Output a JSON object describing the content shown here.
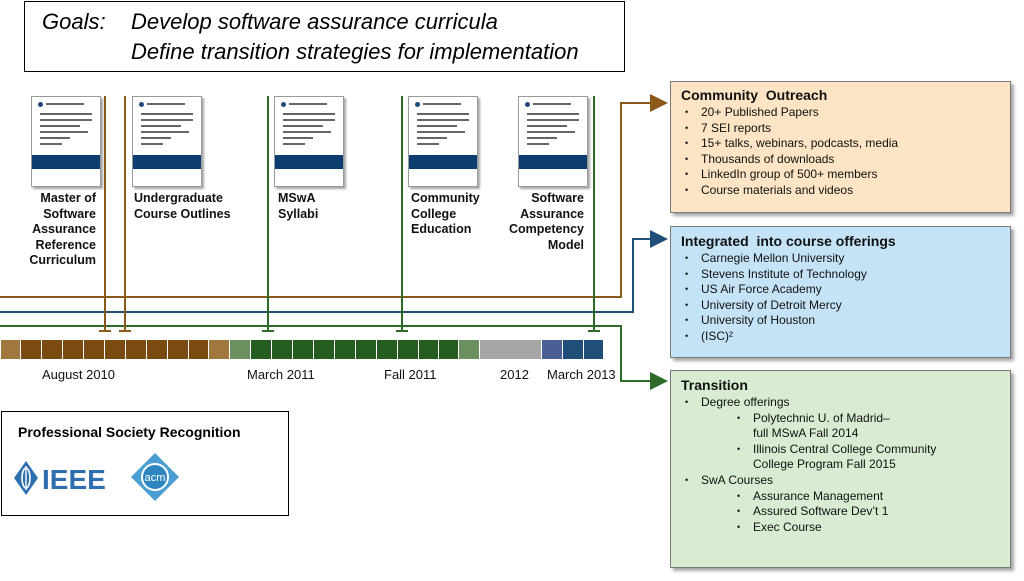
{
  "goals": {
    "label": "Goals:",
    "items": [
      "Develop software assurance curricula",
      "Define transition strategies for implementation"
    ]
  },
  "documents": [
    {
      "label": "Master of Software Assurance Reference Curriculum"
    },
    {
      "label": "Undergraduate Course Outlines"
    },
    {
      "label": "MSwA Syllabi"
    },
    {
      "label": "Community College Education"
    },
    {
      "label": "Software Assurance Competency Model"
    }
  ],
  "timeline": {
    "labels": [
      "August 2010",
      "March 2011",
      "Fall 2011",
      "2012",
      "March 2013"
    ]
  },
  "outreach": {
    "title": "Community  Outreach",
    "items": [
      "20+ Published Papers",
      "7 SEI reports",
      "15+ talks, webinars, podcasts, media",
      "Thousands of downloads",
      "LinkedIn group of 500+ members",
      "Course materials and videos"
    ]
  },
  "integrated": {
    "title": "Integrated  into course offerings",
    "items": [
      "Carnegie Mellon University",
      "Stevens Institute of Technology",
      "US Air Force Academy",
      "University of Detroit Mercy",
      "University of Houston",
      "(ISC)²"
    ]
  },
  "transition": {
    "title": "Transition",
    "items": [
      {
        "text": "Degree offerings",
        "sub": false
      },
      {
        "text": "Polytechnic U. of Madrid–\nfull MSwA Fall 2014",
        "sub": true
      },
      {
        "text": "Illinois Central College Community College Program Fall 2015",
        "sub": true
      },
      {
        "text": "SwA Courses",
        "sub": false
      },
      {
        "text": "Assurance Management",
        "sub": true
      },
      {
        "text": "Assured Software Dev’t 1",
        "sub": true
      },
      {
        "text": "Exec Course",
        "sub": true
      }
    ]
  },
  "recognition": {
    "title": "Professional Society Recognition",
    "ieee_text": "IEEE",
    "acm_text": "acm"
  },
  "colors": {
    "brown": "#8b5a1a",
    "dark_green": "#2e6b2a",
    "blue": "#1f4e79",
    "outreach_fill": "#fce4c4",
    "integrated_fill": "#c5e3f7",
    "transition_fill": "#d8ecd2"
  }
}
